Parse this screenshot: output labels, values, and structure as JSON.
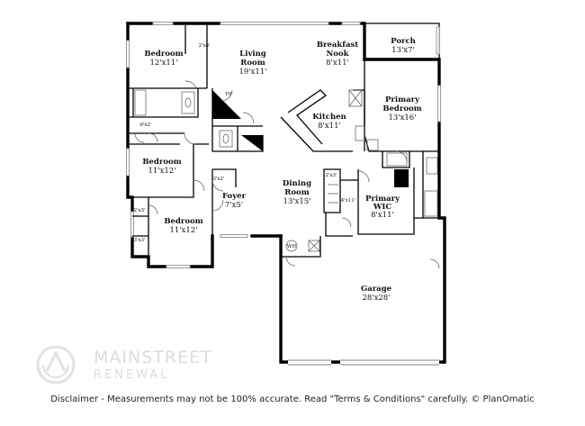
{
  "rooms": [
    {
      "name": "Bedroom",
      "dim": "12'x11'"
    },
    {
      "name": "Living",
      "name2": "Room",
      "dim": "19'x11'"
    },
    {
      "name": "Breakfast",
      "name2": "Nook",
      "dim": "8'x11'"
    },
    {
      "name": "Porch",
      "dim": "13'x7'"
    },
    {
      "name": "Primary",
      "name2": "Bedroom",
      "dim": "13'x16'"
    },
    {
      "name": "Kitchen",
      "dim": "8'x11'"
    },
    {
      "name": "Bedroom",
      "dim": "11'x12'"
    },
    {
      "name": "Dining",
      "name2": "Room",
      "dim": "13'x15'"
    },
    {
      "name": "Foyer",
      "dim": "7'x5'"
    },
    {
      "name": "Primary",
      "name2": "WIC",
      "dim": "8'x11'"
    },
    {
      "name": "Bedroom",
      "dim": "11'x12'"
    },
    {
      "name": "Garage",
      "dim": "28'x28'"
    }
  ],
  "small_labels": {
    "closet_top": "2'x8'",
    "closet_hall": "6'x2'",
    "fireplace": "FP",
    "foyer_closet": "3'x2'",
    "pantry": "2'x3'",
    "laundry": "4'x11'",
    "closet_left_1": "2'x3'",
    "closet_left_2": "3'x3'",
    "water_heater": "WH"
  },
  "brand": {
    "line1": "MAINSTREET",
    "line2": "RENEWAL"
  },
  "disclaimer": "Disclaimer - Measurements may not be 100% accurate. Read \"Terms & Conditions\" carefully. © PlanOmatic"
}
